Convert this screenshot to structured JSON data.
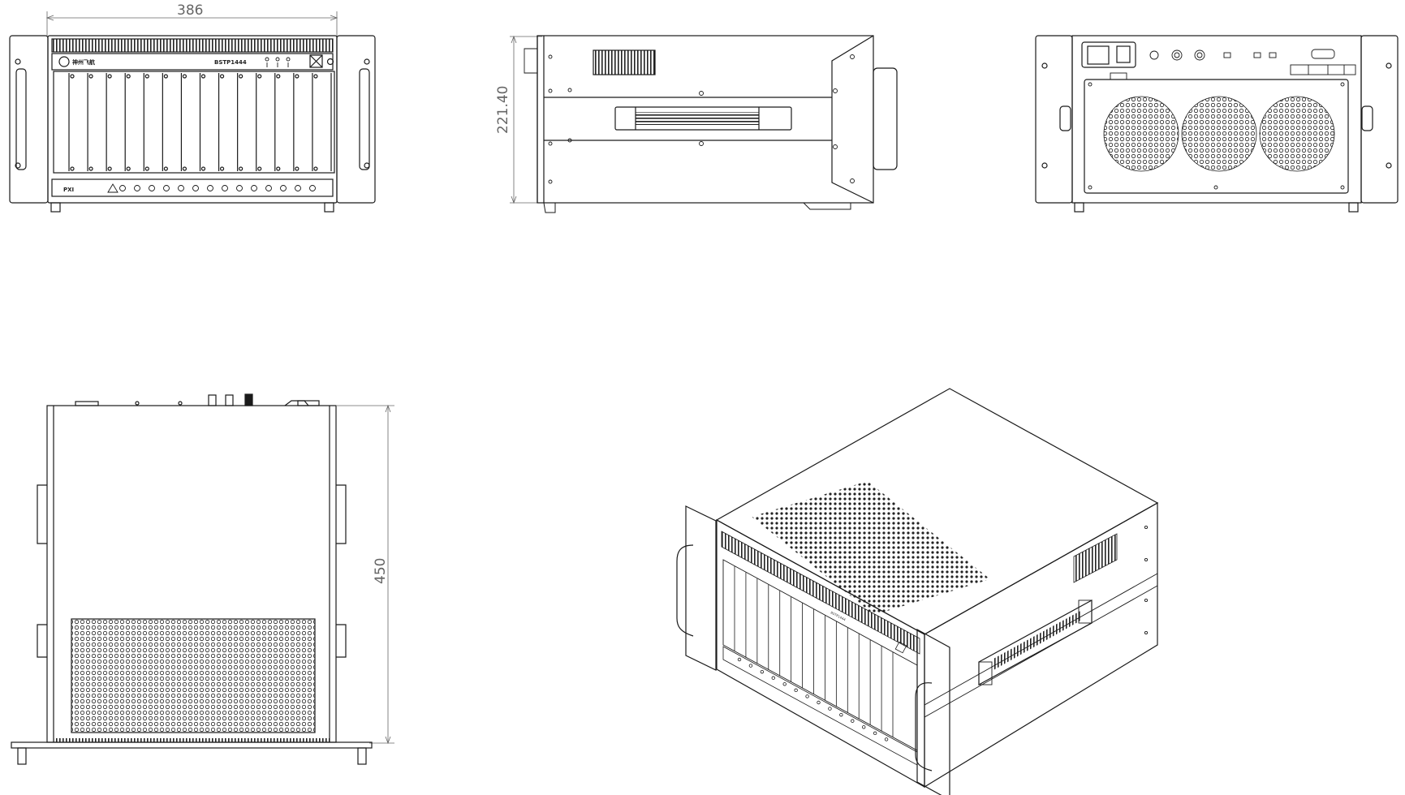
{
  "drawing": {
    "background": "#ffffff",
    "line_color": "#1a1a1a",
    "dim_color": "#666666"
  },
  "front_view": {
    "width_dimension": "386",
    "brand_mark": "神州飞航",
    "model_label": "BSTP1444",
    "bottom_logo": "PXI",
    "slot_count": 14
  },
  "side_view": {
    "height_dimension": "221.40"
  },
  "rear_view": {
    "fan_count": 3
  },
  "top_view": {
    "depth_dimension": "450"
  },
  "iso_view": {
    "model_label": "BSTP1444",
    "slot_count": 14
  }
}
